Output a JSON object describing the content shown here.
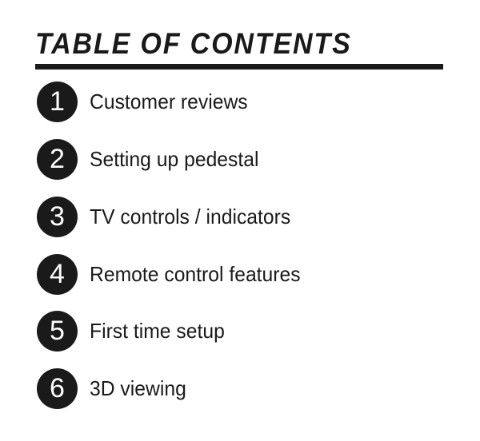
{
  "title": "TABLE OF CONTENTS",
  "items": [
    {
      "number": "1",
      "label": "Customer reviews"
    },
    {
      "number": "2",
      "label": "Setting up pedestal"
    },
    {
      "number": "3",
      "label": "TV controls / indicators"
    },
    {
      "number": "4",
      "label": "Remote control features"
    },
    {
      "number": "5",
      "label": "First time setup"
    },
    {
      "number": "6",
      "label": "3D viewing"
    }
  ]
}
